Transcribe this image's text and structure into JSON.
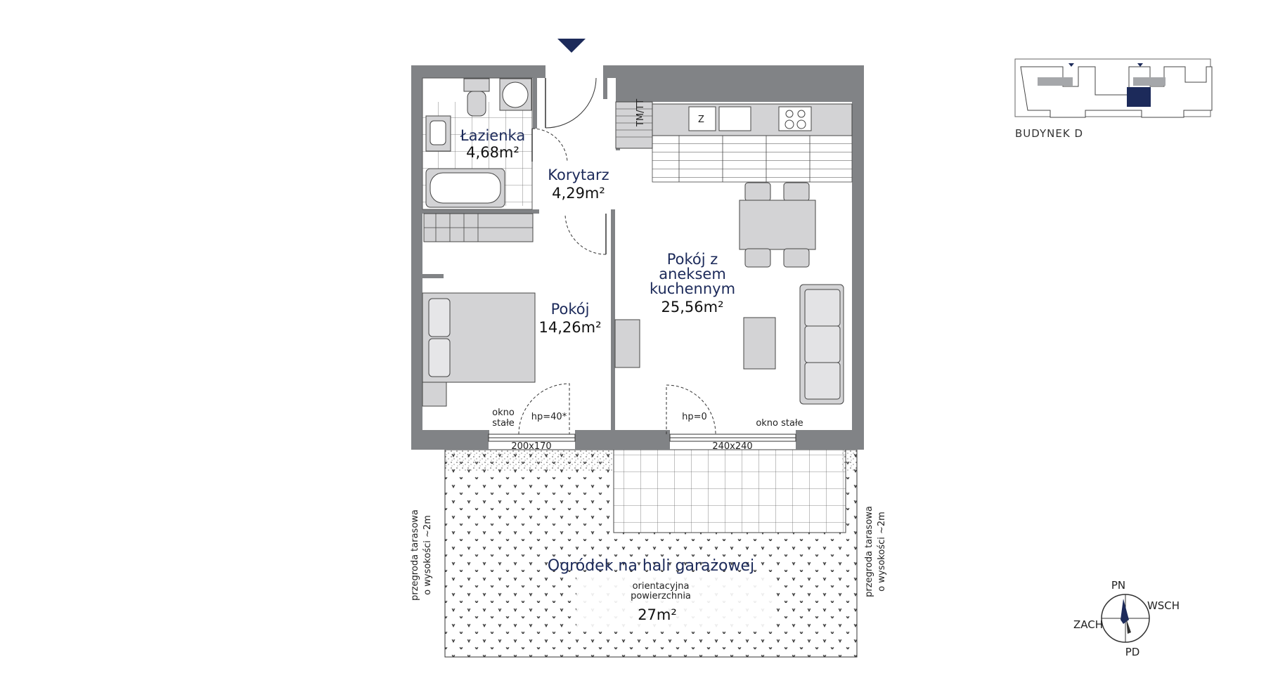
{
  "rooms": {
    "lazienka": {
      "name": "Łazienka",
      "area": "4,68m²"
    },
    "korytarz": {
      "name": "Korytarz",
      "area": "4,29m²"
    },
    "pokoj": {
      "name": "Pokój",
      "area": "14,26m²"
    },
    "salon": {
      "name_lines": [
        "Pokój z",
        "aneksem",
        "kuchennym"
      ],
      "area": "25,56m²"
    }
  },
  "windows": {
    "left": {
      "label_lines": [
        "okno",
        "stałe"
      ],
      "hp": "hp=40*",
      "size": "200x170"
    },
    "right": {
      "label": "okno stałe",
      "hp": "hp=0",
      "size": "240x240"
    }
  },
  "kitchen": {
    "sink_label": "Z",
    "fridge_label": "TM/TT"
  },
  "garden": {
    "title": "Ogródek na hali garażowej",
    "sub_lines": [
      "orientacyjna",
      "powierzchnia"
    ],
    "area": "27m²"
  },
  "partition": {
    "lines": [
      "przegroda tarasowa",
      "o wysokości ~2m"
    ]
  },
  "compass": {
    "n": "PN",
    "e": "WSCH",
    "s": "PD",
    "w": "ZACH"
  },
  "key_plan": {
    "label": "BUDYNEK D"
  },
  "colors": {
    "accent": "#1c2a5a",
    "wall": "#818386",
    "furniture": "#d3d3d5"
  }
}
